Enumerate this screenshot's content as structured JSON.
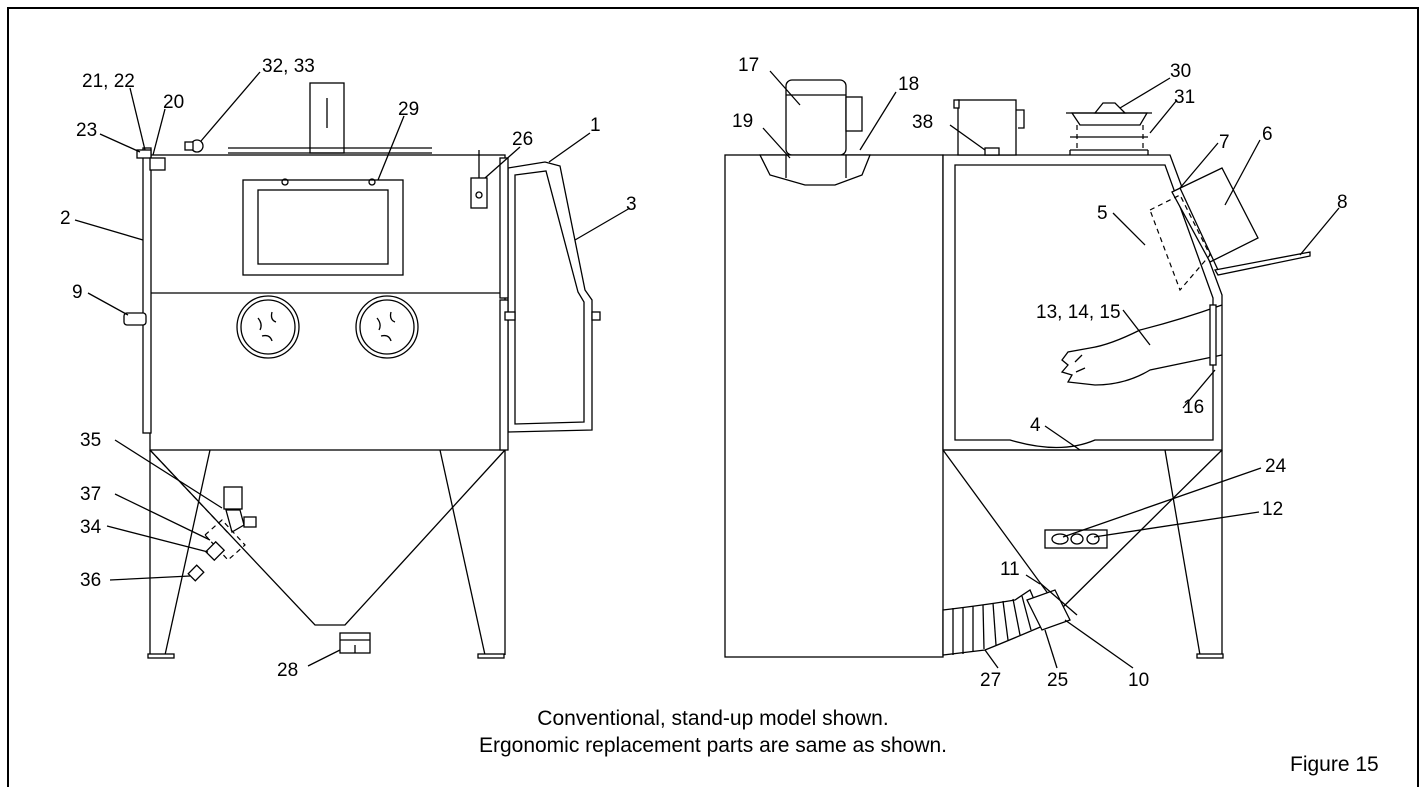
{
  "figure": {
    "caption_line1": "Conventional, stand-up model shown.",
    "caption_line2": "Ergonomic replacement parts are same as shown.",
    "figure_label": "Figure 15"
  },
  "callouts_left": {
    "c21_22": "21, 22",
    "c23": "23",
    "c20": "20",
    "c32_33": "32, 33",
    "c29": "29",
    "c26": "26",
    "c1": "1",
    "c3": "3",
    "c2": "2",
    "c9": "9",
    "c35": "35",
    "c37": "37",
    "c34": "34",
    "c36": "36",
    "c28": "28"
  },
  "callouts_right": {
    "c17": "17",
    "c18": "18",
    "c19": "19",
    "c38": "38",
    "c30": "30",
    "c31": "31",
    "c7": "7",
    "c6": "6",
    "c8": "8",
    "c5": "5",
    "c13_14_15": "13, 14, 15",
    "c16": "16",
    "c4": "4",
    "c24": "24",
    "c12": "12",
    "c11": "11",
    "c27": "27",
    "c25": "25",
    "c10": "10"
  }
}
